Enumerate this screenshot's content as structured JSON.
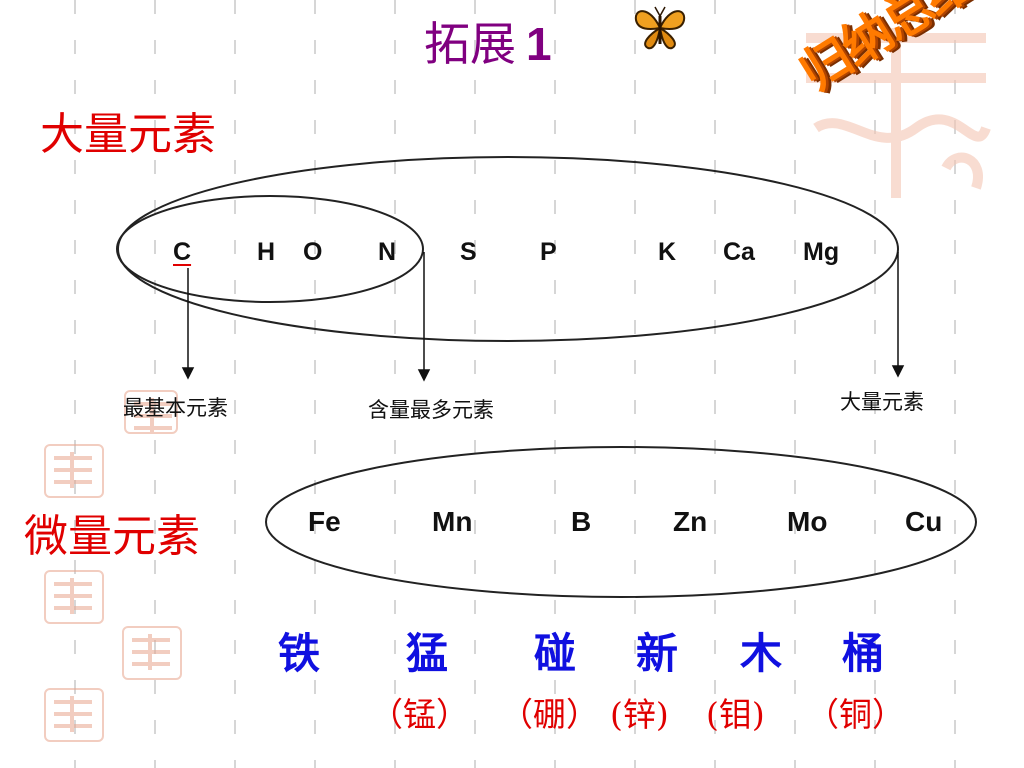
{
  "title": {
    "text": "拓展",
    "number": "1"
  },
  "badge": {
    "text": "归纳总结"
  },
  "macro": {
    "heading": "大量元素",
    "elements": [
      "C",
      "H",
      "O",
      "N",
      "S",
      "P",
      "K",
      "Ca",
      "Mg"
    ],
    "labels": {
      "basic": "最基本元素",
      "most": "含量最多元素",
      "major": "大量元素"
    }
  },
  "micro": {
    "heading": "微量元素",
    "elements": [
      "Fe",
      "Mn",
      "B",
      "Zn",
      "Mo",
      "Cu"
    ],
    "mnemonic": [
      "铁",
      "猛",
      "碰",
      "新",
      "木",
      "桶"
    ],
    "notes": [
      "（锰）",
      "（硼）",
      "(锌)",
      "(钼)",
      "（铜）"
    ]
  },
  "icons": {
    "butterfly": "butterfly-icon",
    "seal": "seal-stamp-icon"
  },
  "colors": {
    "title": "#800080",
    "heading": "#e00000",
    "mnemonic": "#1010e0",
    "notes": "#e00000",
    "badge": "#ff7a00"
  }
}
